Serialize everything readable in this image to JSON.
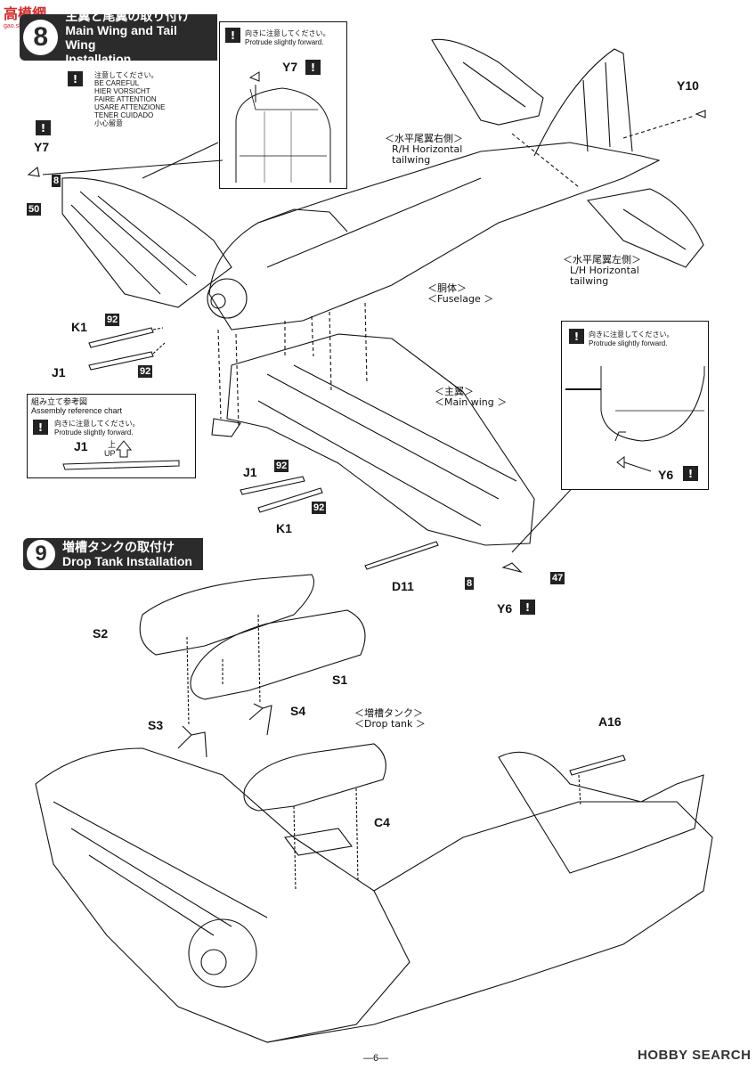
{
  "watermark": {
    "logo": "高",
    "logo2": "模網",
    "sub": "gao.shop.com"
  },
  "step8": {
    "number": "8",
    "title_jp": "主翼と尾翼の取り付け",
    "title_en_1": "Main Wing and Tail Wing",
    "title_en_2": "Installation"
  },
  "step9": {
    "number": "9",
    "title_jp": "増槽タンクの取付け",
    "title_en": "Drop Tank Installation"
  },
  "caution_multilang": [
    "注意してください。",
    "BE CAREFUL",
    "HIER VORSICHT",
    "FAIRE ATTENTION",
    "USARE ATTENZIONE",
    "TENER CUIDADO",
    "小心留意"
  ],
  "callout_top": {
    "jp": "向きに注意してください。",
    "en": "Protrude slightly forward.",
    "part": "Y7"
  },
  "callout_right": {
    "jp": "向きに注意してください。",
    "en": "Protrude slightly forward.",
    "part": "Y6"
  },
  "ref_chart": {
    "title_jp": "組み立て参考図",
    "title_en": "Assembly reference chart",
    "jp": "向きに注意してください。",
    "en": "Protrude slightly forward.",
    "part": "J1",
    "up_jp": "上",
    "up_en": "UP"
  },
  "labels": {
    "rh_tail_jp": "水平尾翼右側",
    "rh_tail_en_1": "R/H Horizontal",
    "rh_tail_en_2": "tailwing",
    "lh_tail_jp": "水平尾翼左側",
    "lh_tail_en_1": "L/H Horizontal",
    "lh_tail_en_2": "tailwing",
    "fuselage_jp": "胴体",
    "fuselage_en": "Fuselage",
    "mainwing_jp": "主翼",
    "mainwing_en": "Main wing",
    "droptank_jp": "増槽タンク",
    "droptank_en": "Drop tank"
  },
  "parts": {
    "y7": "Y7",
    "y10": "Y10",
    "k1a": "K1",
    "j1a": "J1",
    "j1b": "J1",
    "k1b": "K1",
    "d11": "D11",
    "y6": "Y6",
    "s1": "S1",
    "s2": "S2",
    "s3": "S3",
    "s4": "S4",
    "a16": "A16",
    "c4": "C4"
  },
  "color_codes": {
    "c8a": "8",
    "c50": "50",
    "c92a": "92",
    "c92b": "92",
    "c92c": "92",
    "c92d": "92",
    "c8b": "8",
    "c47": "47"
  },
  "footer": {
    "page": "—6—",
    "brand": "HOBBY SEARCH"
  },
  "colors": {
    "ink": "#111111",
    "header_bg": "#2b2b2b",
    "watermark": "#d62b2b"
  }
}
